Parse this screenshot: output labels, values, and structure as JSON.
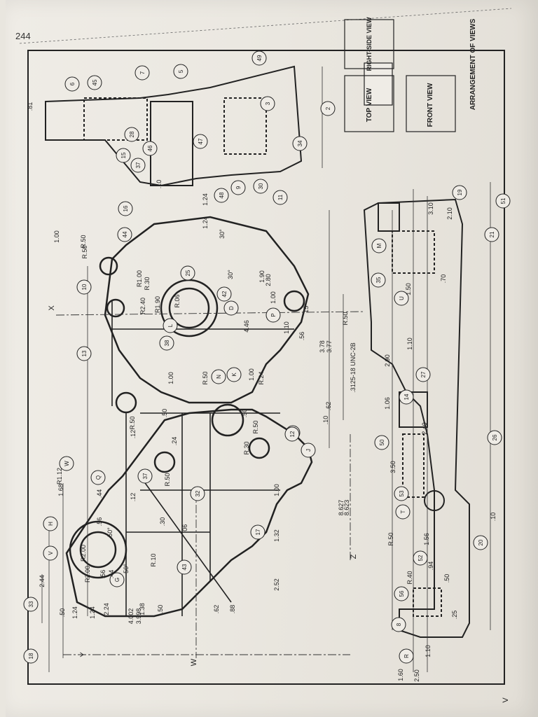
{
  "page": {
    "number": "244"
  },
  "legend": {
    "heading": "ARRANGEMENT OF VIEWS",
    "boxes": {
      "right_side": "RIGHT-SIDE VIEW",
      "top": "TOP VIEW",
      "front": "FRONT VIEW"
    }
  },
  "callouts": [
    "V",
    "H",
    "W",
    "Q",
    "37",
    "L",
    "13",
    "10",
    "44",
    "25",
    "42",
    "38",
    "N",
    "K",
    "J",
    "41",
    "12",
    "32",
    "17",
    "43",
    "G",
    "2",
    "3",
    "34",
    "49",
    "5",
    "6",
    "45",
    "7",
    "15",
    "28",
    "46",
    "37",
    "47",
    "16",
    "48",
    "9",
    "30",
    "11",
    "18",
    "33",
    "56",
    "52",
    "T",
    "53",
    "50",
    "14",
    "27",
    "U",
    "35",
    "M",
    "21",
    "19",
    "51",
    "20",
    "26",
    "8",
    "R",
    "P",
    "D"
  ],
  "dimensions": {
    "left": [
      "2.44",
      ".50",
      "1.24",
      "1.24",
      "2.24",
      "4.002",
      "3.998",
      "1.38",
      ".50",
      ".62",
      ".88",
      "2.52",
      "1.32",
      "1.00"
    ],
    "top_view": [
      "R1.12",
      "1.68",
      "R2.00",
      "R2.00",
      ".56",
      ".44",
      "50°",
      "50°",
      ".56",
      ".44",
      ".12",
      ".12",
      ".30",
      ".06",
      "R.10",
      "R.50",
      "R.50",
      ".24",
      ".50",
      "1.00",
      "R.50",
      "R1.00",
      "R2.40",
      "R1.90",
      "R.06",
      "R.30",
      "R.50",
      "R.30",
      "R.50",
      ".50",
      "1.00",
      "R.24",
      "1.10",
      "1.00",
      "1.90",
      "2.80",
      "15°",
      ".56",
      "3.78",
      "3.77",
      ".62",
      ".10",
      "4.46",
      "1.24",
      "1.24",
      "30°",
      "30°",
      "R.50"
    ],
    "bottom": [
      "8.627",
      "8.623"
    ],
    "front_view": [
      ".3125-18 UNC-2B",
      "R.50",
      "2.50",
      "1.60",
      "1.10",
      ".25",
      ".50",
      ".94",
      "1.56",
      "R.40",
      "R.50",
      ".10",
      "3.50",
      "2.40",
      "1.06",
      "2.90",
      "1.10",
      "1.50",
      ".70",
      "2.10",
      "3.10"
    ],
    "side_view": [
      ".81",
      "1.00",
      ".10"
    ]
  },
  "axes": {
    "x": "X",
    "y": "Y",
    "z": "Z",
    "v": "V",
    "w": "W"
  }
}
